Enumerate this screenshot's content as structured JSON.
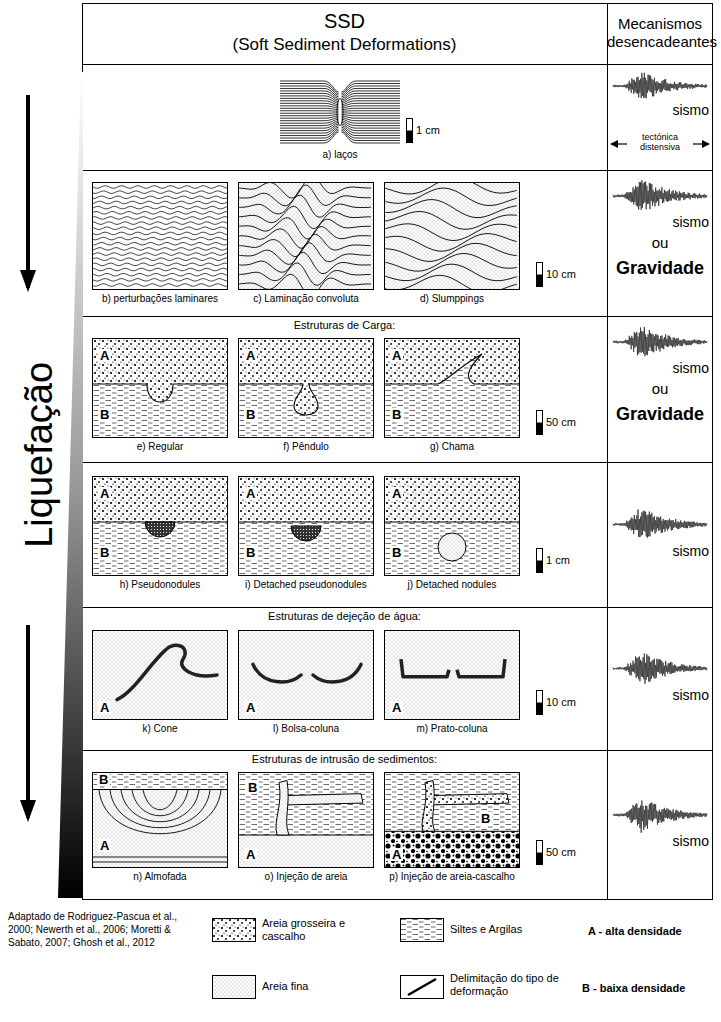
{
  "diagram": {
    "nodes": [
      {
        "text": [
          "SSD",
          "(Soft Sediment Deformations)"
        ]
      },
      {
        "text": [
          "Mecanismos desencadeantes"
        ]
      },
      {
        "text": [
          "a) laços"
        ]
      },
      {
        "text": [
          "sismo",
          "tectónica distensiva"
        ]
      },
      {
        "text": [
          "b) perturbações laminares"
        ]
      },
      {
        "text": [
          "c) Laminação convoluta"
        ]
      },
      {
        "text": [
          "d) Slumppings"
        ]
      },
      {
        "text": [
          "sismo",
          "ou",
          "Gravidade"
        ]
      },
      {
        "text": [
          "Estruturas de Carga:"
        ]
      },
      {
        "text": [
          "e) Regular",
          "A",
          "B"
        ],
        "in": 8
      },
      {
        "text": [
          "f) Pêndulo",
          "A",
          "B"
        ],
        "in": 8
      },
      {
        "text": [
          "g) Chama",
          "A",
          "B"
        ],
        "in": 8
      },
      {
        "text": [
          "sismo",
          "ou",
          "Gravidade"
        ]
      },
      {
        "text": [
          "h) Pseudonodules",
          "A",
          "B"
        ]
      },
      {
        "text": [
          "i) Detached pseudonodules",
          "A",
          "B"
        ]
      },
      {
        "text": [
          "j) Detached nodules",
          "A",
          "B"
        ]
      },
      {
        "text": [
          "sismo"
        ]
      },
      {
        "text": [
          "Estruturas de dejeção de água:"
        ]
      },
      {
        "text": [
          "k) Cone",
          "A"
        ],
        "in": 17
      },
      {
        "text": [
          "l) Bolsa-coluna",
          "A"
        ],
        "in": 17
      },
      {
        "text": [
          "m) Prato-coluna",
          "A"
        ],
        "in": 17
      },
      {
        "text": [
          "sismo"
        ]
      },
      {
        "text": [
          "Estruturas de intrusão de sedimentos:"
        ]
      },
      {
        "text": [
          "n) Almofada",
          "B",
          "A"
        ],
        "in": 22
      },
      {
        "text": [
          "o) Injeção de areia",
          "B",
          "A"
        ],
        "in": 22
      },
      {
        "text": [
          "p) Injeção de areia-cascalho",
          "B",
          "A"
        ],
        "in": 22
      },
      {
        "text": [
          "sismo"
        ]
      }
    ],
    "labels": [
      "Liquefação",
      "1 cm",
      "10 cm",
      "50 cm",
      "1 cm",
      "10 cm",
      "50 cm",
      "Adaptado de Rodriguez-Pascua et al., 2000; Newerth et al., 2006; Moretti & Sabato, 2007; Ghosh et al., 2012",
      "A - alta densidade",
      "B - baixa densidade"
    ],
    "legend": [
      {
        "text": "Areia grosseira e cascalho"
      },
      {
        "text": "Siltes e Argilas"
      },
      {
        "text": "Areia fina"
      },
      {
        "text": "Delimitação do tipo de deformação"
      }
    ]
  }
}
